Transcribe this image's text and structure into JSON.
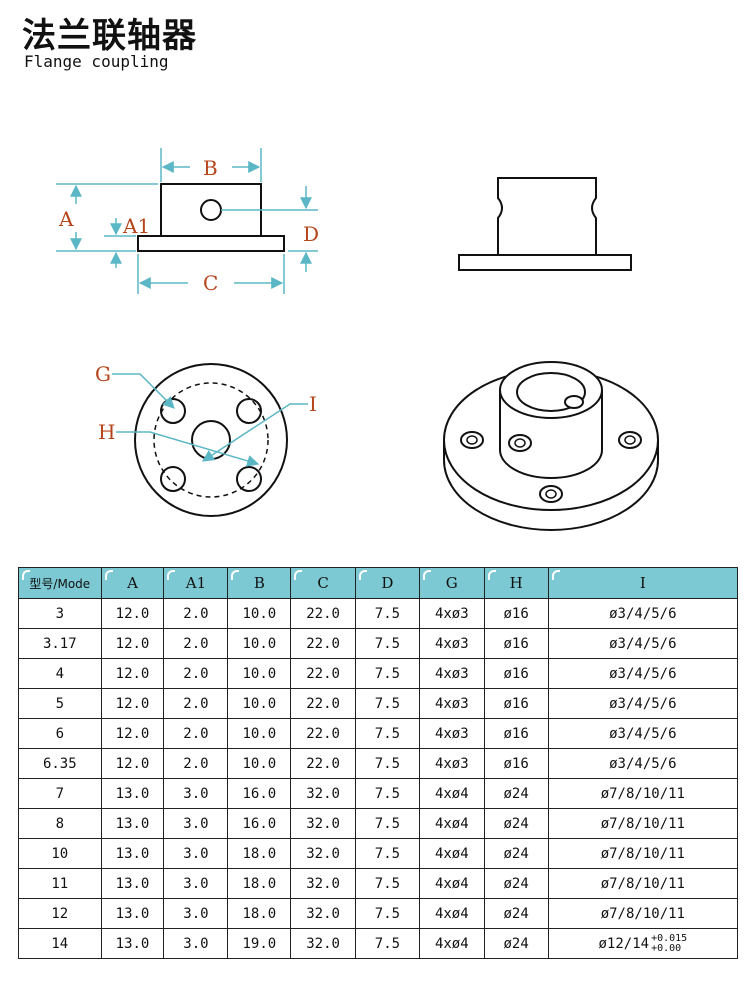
{
  "title": {
    "zh": "法兰联轴器",
    "en": "Flange coupling"
  },
  "labels": {
    "A": "A",
    "A1": "A1",
    "B": "B",
    "C": "C",
    "D": "D",
    "G": "G",
    "H": "H",
    "I": "I"
  },
  "colors": {
    "dimension": "#5bb7c5",
    "label": "#b5451b",
    "header_bg": "#7cc9d3"
  },
  "table": {
    "headers": [
      "型号/Mode",
      "A",
      "A1",
      "B",
      "C",
      "D",
      "G",
      "H",
      "I"
    ],
    "rows": [
      [
        "3",
        "12.0",
        "2.0",
        "10.0",
        "22.0",
        "7.5",
        "4xø3",
        "ø16",
        "ø3/4/5/6"
      ],
      [
        "3.17",
        "12.0",
        "2.0",
        "10.0",
        "22.0",
        "7.5",
        "4xø3",
        "ø16",
        "ø3/4/5/6"
      ],
      [
        "4",
        "12.0",
        "2.0",
        "10.0",
        "22.0",
        "7.5",
        "4xø3",
        "ø16",
        "ø3/4/5/6"
      ],
      [
        "5",
        "12.0",
        "2.0",
        "10.0",
        "22.0",
        "7.5",
        "4xø3",
        "ø16",
        "ø3/4/5/6"
      ],
      [
        "6",
        "12.0",
        "2.0",
        "10.0",
        "22.0",
        "7.5",
        "4xø3",
        "ø16",
        "ø3/4/5/6"
      ],
      [
        "6.35",
        "12.0",
        "2.0",
        "10.0",
        "22.0",
        "7.5",
        "4xø3",
        "ø16",
        "ø3/4/5/6"
      ],
      [
        "7",
        "13.0",
        "3.0",
        "16.0",
        "32.0",
        "7.5",
        "4xø4",
        "ø24",
        "ø7/8/10/11"
      ],
      [
        "8",
        "13.0",
        "3.0",
        "16.0",
        "32.0",
        "7.5",
        "4xø4",
        "ø24",
        "ø7/8/10/11"
      ],
      [
        "10",
        "13.0",
        "3.0",
        "18.0",
        "32.0",
        "7.5",
        "4xø4",
        "ø24",
        "ø7/8/10/11"
      ],
      [
        "11",
        "13.0",
        "3.0",
        "18.0",
        "32.0",
        "7.5",
        "4xø4",
        "ø24",
        "ø7/8/10/11"
      ],
      [
        "12",
        "13.0",
        "3.0",
        "18.0",
        "32.0",
        "7.5",
        "4xø4",
        "ø24",
        "ø7/8/10/11"
      ],
      [
        "14",
        "13.0",
        "3.0",
        "19.0",
        "32.0",
        "7.5",
        "4xø4",
        "ø24",
        "ø12/14"
      ]
    ],
    "last_tolerance": {
      "upper": "+0.015",
      "lower": "+0.00"
    }
  }
}
